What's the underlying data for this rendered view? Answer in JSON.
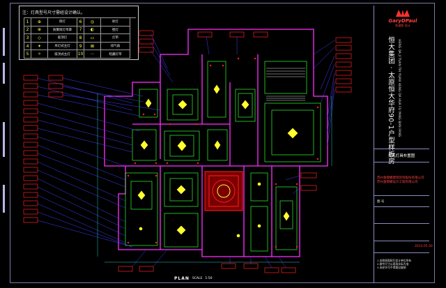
{
  "legend": {
    "title": "注：灯具型号尺寸需经设计确认。",
    "rows": [
      {
        "s1": "⊕",
        "l1": "筒灯",
        "s2": "◎",
        "l2": "射灯"
      },
      {
        "s1": "⊕",
        "l1": "防雾筒灯带罩",
        "s2": "◐",
        "l2": "壁灯"
      },
      {
        "s1": "◇",
        "l1": "吸顶灯",
        "s2": "▭",
        "l2": "灯带"
      },
      {
        "s1": "✦",
        "l1": "吊灯式主灯",
        "s2": "⊠",
        "l2": "排气扇"
      },
      {
        "s1": "✧",
        "l1": "吸顶式主灯",
        "s2": "⋯",
        "l2": "暗藏灯带"
      }
    ]
  },
  "title_block": {
    "logo_name": "GaryDPaul",
    "logo_sub": "陈道智 设计",
    "project_title": "恒大集团 · 太原恒大华府90-1户型样板房",
    "project_pinyin": "HENG DA JI TUAN TAI YUAN HENG DA HUA FU YANG BAN FANG",
    "drawing_name": "天花灯具布置图",
    "company_name": "苏州金螳螂建筑装饰股份有限公司",
    "company_name_2": "苏州金螳螂设计工程有限公司",
    "sheet_label": "图 号",
    "date": "2013.05.30",
    "notes": [
      "1.本图纸版权归设计单位所有",
      "2.图中尺寸以现场实际为准",
      "3.未经许可不得擅自复制"
    ]
  },
  "scale": {
    "title": "PLAN",
    "sub": "SCALE",
    "value": "1:50"
  },
  "colors": {
    "background": "#000000",
    "wall": "#ff30ff",
    "ceiling_grid": "#30ff30",
    "fixture": "#ffff30",
    "label_box": "#ff2020",
    "leader": "#4040ff",
    "dimension": "#30ffff"
  }
}
